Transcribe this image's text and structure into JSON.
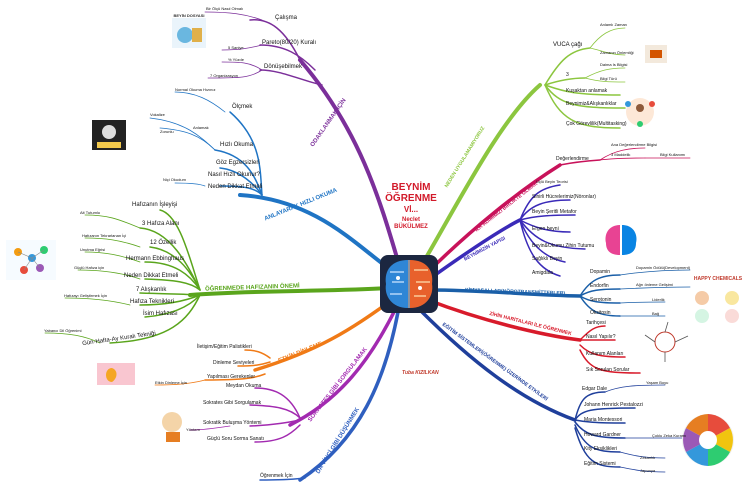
{
  "center": {
    "title_line1": "BEYNİM",
    "title_line2": "ÖĞRENME",
    "title_line3": "Vİ...",
    "subtitle_line1": "Neclet",
    "subtitle_line2": "BÜKÜLMEZ",
    "author": "Tuba KIZILKAN"
  },
  "branches": [
    {
      "label": "ODAKLANMAK İÇİN",
      "color": "#7b2f9a",
      "items": [
        "Çalışma",
        "Pareto(80/20) Kuralı",
        "Dönüşebilmek"
      ],
      "subitems": [
        "Bir Ölçü Nasıl Olmalı",
        "5 Saniye",
        "% Yüzde",
        "7 Organizasyon"
      ]
    },
    {
      "label": "ANLAYARAK HIZLI OKUMA",
      "color": "#1f74c4",
      "items": [
        "Ölçmek",
        "Hızlı Okuma",
        "Göz Egzersizleri",
        "Nasıl Hızlı Okunur?",
        "Neden Dikkat Etmeli"
      ],
      "subitems": [
        "Normal Okuma Hızınız",
        "Vokalize",
        "Anlamak",
        "Zorunlu",
        "Niçi Okudum"
      ]
    },
    {
      "label": "ÖĞRENMEDE HAFIZANIN ÖNEMİ",
      "color": "#5aa51c",
      "items": [
        "Hafızanın İşleyişi",
        "3 Hafıza Alanı",
        "12 Özellik",
        "Hermann Ebbinghaus",
        "Neden Dikkat Etmeli",
        "7 Alışkanlık",
        "Hafıza Teknikleri",
        "İsim Hafızası",
        "Gün-Hafta-Ay Kuralı Tekniği"
      ],
      "subitems": [
        "Ait Tutumlu",
        "Hafızanın Tekrarlanan İçi",
        "Unutma Eğrisi",
        "Güçlü Hafıza için",
        "Hafızayı Geliştirmek İçin",
        "Yabancı Dil Öğrenimi"
      ]
    },
    {
      "label": "ETKİN DİNLEME",
      "color": "#f07a16",
      "items": [
        "İletişim/Eğitim Palistikleri",
        "Dinleme Seviyeleri",
        "Yapılması Gerekenler"
      ],
      "subitems": [
        "Etkin Dinleme İçin"
      ]
    },
    {
      "label": "SOKRATES GİBİ SORGULAMAK",
      "color": "#a22ab0",
      "items": [
        "Meydan Okuma",
        "Sokrates Gibi Sorgulamak",
        "Sokratik Buluşma Yöntemi",
        "Güçlü Soru Sorma Sanatı"
      ],
      "subitems": [
        "Yöntem"
      ]
    },
    {
      "label": "DA VİNCİ GİBİ DÜŞÜNMEK",
      "color": "#2f5fbf",
      "items": [
        "Öğrenmek İçin"
      ],
      "subitems": []
    },
    {
      "label": "NEDEN UYGULAMAMIYORUZ",
      "color": "#8cc63f",
      "items": [
        "VUCA çağı",
        "3",
        "Kuşaktan anlamak",
        "Beynimiz&Alışkanlıklar",
        "Çok Görevlilik(Multitasking)"
      ],
      "subitems": [
        "Anlamlı Zaman",
        "Zamanın Önlemliği",
        "Daima Is Bilgisi",
        "Bilgi Türü"
      ]
    },
    {
      "label": "İLK ADIMIMIZI BİRLİKTE OLMAK",
      "color": "#c8125a",
      "items": [
        "Değerlendirme"
      ],
      "subitems": [
        "Ana Değerlendirme Bilgisi",
        "3 Maddelik",
        "Bilgi Kullanımı"
      ]
    },
    {
      "label": "BEYNİMİZİN YAPISI",
      "color": "#3a2ab8",
      "items": [
        "Sinirli Hücrelerimiz(Nöronlar)",
        "Beyin Şeritli Metafor",
        "Ergen beyni",
        "Beyin&Okumu Zihin Tutumu",
        "Sağlıklı Beyin",
        "Amigdala"
      ],
      "subitems": [
        "Üçlü Beyin Teorisi"
      ]
    },
    {
      "label": "KİMYASALLAR(NÖROTRANSMİTTERLER)",
      "color": "#1a5fa8",
      "items": [
        "Dopamin",
        "Endorfin",
        "Serotonin",
        "Oksitosin"
      ],
      "subitems": [
        "Dopamin Ödülü(Development)",
        "Ağrı önleme Gelişimi",
        "Liderlik",
        "Bağ"
      ]
    },
    {
      "label": "ZİHİN HARİTALARI İLE ÖĞRENMEK",
      "color": "#d81b2b",
      "items": [
        "Tarihçesi",
        "Nasıl Yapılır?",
        "Kullanım Alanları",
        "Sık Sorulan Sorular"
      ],
      "subitems": []
    },
    {
      "label": "EĞİTİM SİSTEMLERİ(ÖĞRENME) ÜZERİNDE ETKİLERİ",
      "color": "#1f3f9b",
      "items": [
        "Edgar Dale",
        "Johann Henrick Pestalozzi",
        "Maria Montessori",
        "Howard Gardner",
        "Kity Eksiklikleri",
        "Eğitim Sistemi"
      ],
      "subitems": [
        "Yaşam Boyu",
        "Çoklu Zeka Kuramı",
        "Zekanlık",
        "Japonya"
      ]
    }
  ],
  "picture_labels": {
    "top_left_picture": "BEYİN DOSYASI",
    "chemistry_picture": "HAPPY CHEMICALS"
  }
}
